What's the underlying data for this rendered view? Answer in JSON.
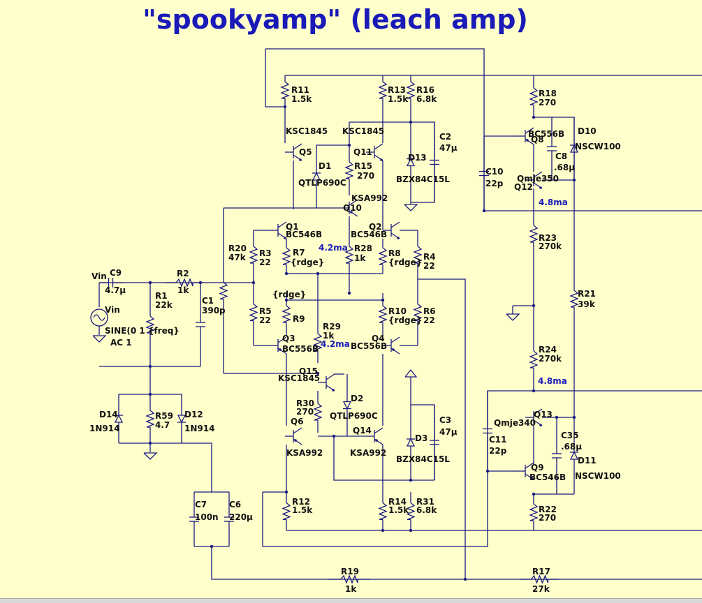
{
  "title": "\"spookyamp\" (leach amp)",
  "labels": {
    "vin_net": "Vin",
    "vin_src": "Vin",
    "vin_sine": "SINE(0 1 {freq}",
    "vin_ac": "AC 1",
    "c9": "C9",
    "c9v": "4.7µ",
    "r1": "R1",
    "r1v": "22k",
    "r2": "R2",
    "r2v": "1k",
    "c1": "C1",
    "c1v": "390p",
    "r11": "R11",
    "r11v": "1.5k",
    "r13": "R13",
    "r13v": "1.5k",
    "r16": "R16",
    "r16v": "6.8k",
    "q5t": "KSC1845",
    "q5": "Q5",
    "q11t": "KSC1845",
    "q11": "Q11",
    "c2": "C2",
    "c2v": "47µ",
    "d1": "D1",
    "d1v": "QTLP690C",
    "r15": "R15",
    "r15v": "270",
    "d13": "D13",
    "d13v": "BZX84C15L",
    "q10t": "KSA992",
    "q10": "Q10",
    "q1": "Q1",
    "q1v": "BC546B",
    "q2": "Q2",
    "q2v": "BC546B",
    "r20": "R20",
    "r20v": "47k",
    "r3": "R3",
    "r3v": "22",
    "r7": "R7",
    "r7v": "{rdge}",
    "ma1": "4.2ma",
    "r28": "R28",
    "r28v": "1k",
    "r8": "R8",
    "r8v": "{rdge}",
    "r4": "R4",
    "r4v": "22",
    "r9v": "{rdge}",
    "r9": "R9",
    "r5": "R5",
    "r5v": "22",
    "r10": "R10",
    "r10v": "{rdge}",
    "r6": "R6",
    "r6v": "22",
    "r29": "R29",
    "r29v": "1k",
    "ma2": "4.2ma",
    "q3": "Q3",
    "q3v": "BC556B",
    "q4": "Q4",
    "q4v": "BC556B",
    "q15": "Q15",
    "q15t": "KSC1845",
    "r30": "R30",
    "r30v": "270",
    "d2": "D2",
    "d2v": "QTLP690C",
    "c3": "C3",
    "c3v": "47µ",
    "q6": "Q6",
    "q14": "Q14",
    "d3": "D3",
    "d3v": "BZX84C15L",
    "q6t": "KSA992",
    "q14t": "KSA992",
    "r12": "R12",
    "r12v": "1.5k",
    "r14": "R14",
    "r14v": "1.5k",
    "r31": "R31",
    "r31v": "6.8k",
    "d14": "D14",
    "d14v": "1N914",
    "r59": "R59",
    "r59v": "4.7",
    "d12": "D12",
    "d12v": "1N914",
    "c7": "C7",
    "c7v": "100n",
    "c6": "C6",
    "c6v": "220µ",
    "r19": "R19",
    "r19v": "1k",
    "r17": "R17",
    "r17v": "27k",
    "r18": "R18",
    "r18v": "270",
    "q8t": "BC556B",
    "q8": "Q8",
    "d10": "D10",
    "d10v": "NSCW100",
    "c8": "C8",
    "c8v": ".68µ",
    "c10": "C10",
    "c10v": "22p",
    "q12t": "Qmje350",
    "q12": "Q12",
    "ma3": "4.8ma",
    "r23": "R23",
    "r23v": "270k",
    "r21": "R21",
    "r21v": "39k",
    "r24": "R24",
    "r24v": "270k",
    "ma4": "4.8ma",
    "q13": "Q13",
    "q13t": "Qmje340",
    "c35": "C35",
    "c35v": ".68µ",
    "c11": "C11",
    "c11v": "22p",
    "q9": "Q9",
    "q9t": "BC546B",
    "d11": "D11",
    "d11v": "NSCW100",
    "r22": "R22",
    "r22v": "270"
  }
}
